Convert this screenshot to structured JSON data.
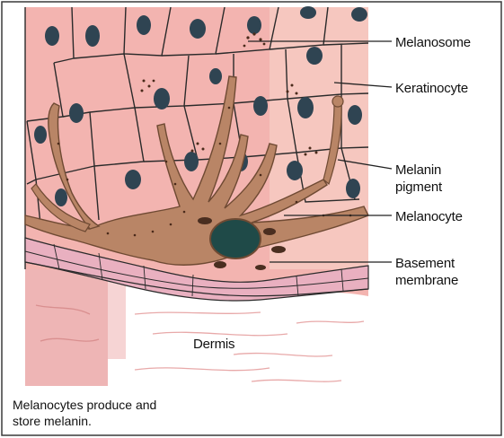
{
  "diagram": {
    "labels": {
      "melanosome": "Melanosome",
      "keratinocyte": "Keratinocyte",
      "melanin_line1": "Melanin",
      "melanin_line2": "pigment",
      "melanocyte": "Melanocyte",
      "basement_line1": "Basement",
      "basement_line2": "membrane",
      "dermis": "Dermis"
    },
    "caption": {
      "line1": "Melanocytes produce and",
      "line2": "store melanin."
    }
  },
  "colors": {
    "frame": "#3a3a3a",
    "pink_band": "#eeb5b5",
    "cell_fill": "#f3b4b0",
    "cell_fill_light": "#f6cfc6",
    "cell_outline": "#2a2a2a",
    "nucleus": "#2f4452",
    "melanocyte": "#b98566",
    "melanocyte_dark": "#6f4a33",
    "melanocyte_nucleus": "#1f4a48",
    "basal_layer": "#e9b0c0",
    "dermis_strokes": "#e8a9a9"
  }
}
